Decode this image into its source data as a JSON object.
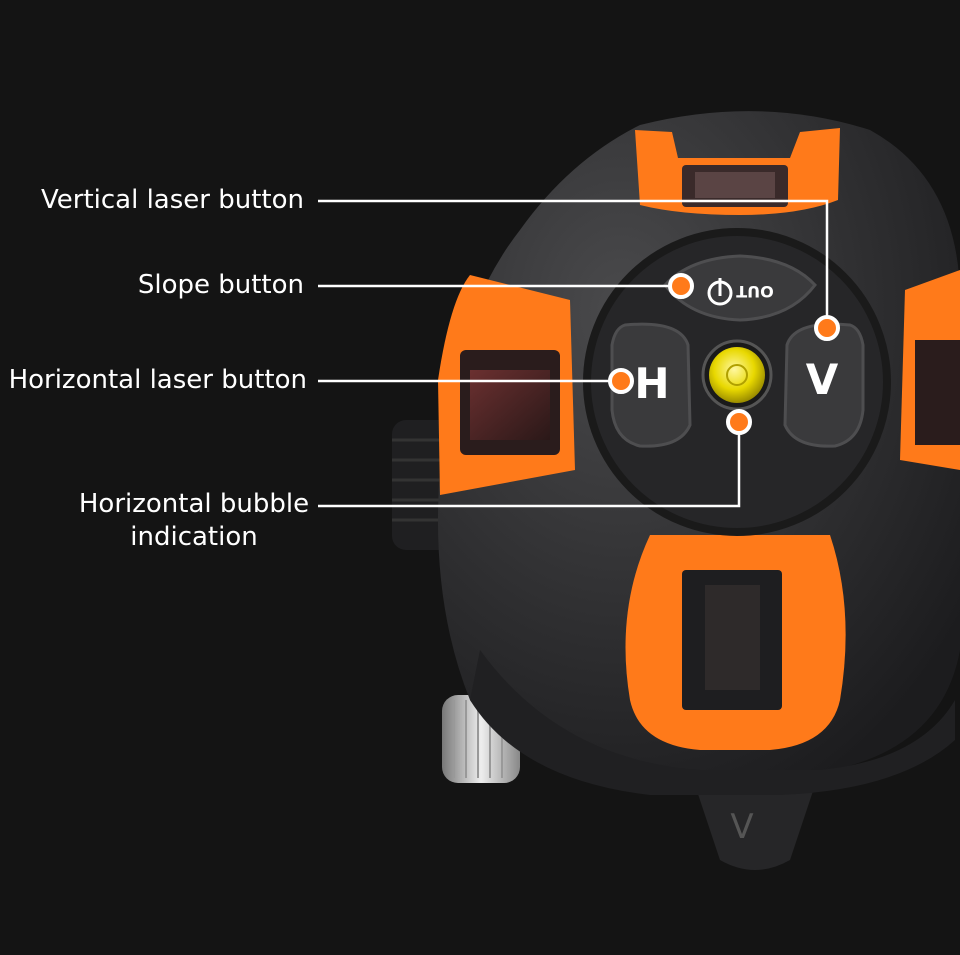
{
  "callouts": {
    "vertical": "Vertical laser button",
    "slope": "Slope button",
    "horizontal": "Horizontal laser button",
    "bubble_line1": "Horizontal bubble",
    "bubble_line2": "indication"
  },
  "device": {
    "h_key": "H",
    "v_key": "V",
    "slope_key_text": "OUT",
    "base_mark": "V"
  },
  "colors": {
    "background": "#141414",
    "body": "#2c2c2e",
    "accent": "#ff7a1a",
    "callout_line": "#ffffff",
    "bubble": "#f2e600"
  }
}
